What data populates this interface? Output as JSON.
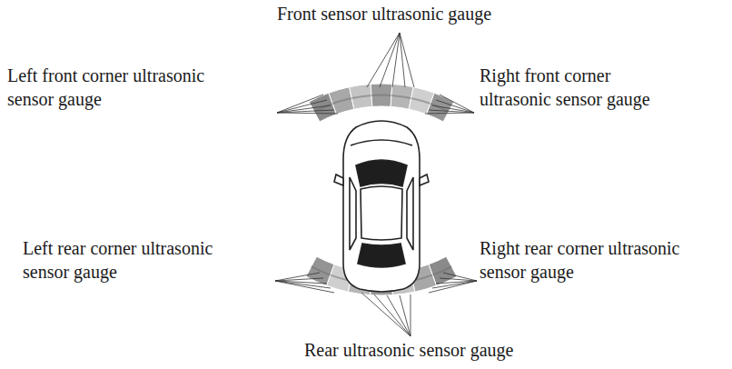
{
  "diagram": {
    "labels": [
      "Front sensor ultrasonic gauge",
      "Left front corner ultrasonic sensor gauge",
      "Right front corner ultrasonic sensor gauge",
      "Left rear corner ultrasonic sensor gauge",
      "Right rear corner ultrasonic sensor gauge",
      "Rear ultrasonic sensor gauge"
    ]
  }
}
